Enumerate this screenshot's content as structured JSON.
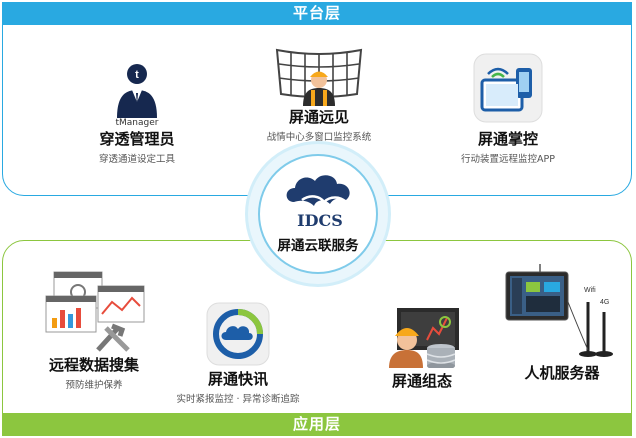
{
  "platform_layer": {
    "label": "平台层"
  },
  "application_layer": {
    "label": "应用层"
  },
  "center": {
    "logo_text": "IDCS",
    "title": "屏通云联服务"
  },
  "platform_nodes": {
    "tmanager": {
      "badge": "t",
      "caption": "tManager",
      "title": "穿透管理员",
      "subtitle": "穿透通道设定工具"
    },
    "remote_view": {
      "title": "屏通远见",
      "subtitle": "战情中心多窗口监控系统"
    },
    "control": {
      "title": "屏通掌控",
      "subtitle": "行动装置远程监控APP"
    }
  },
  "app_nodes": {
    "data_collect": {
      "title": "远程数据搜集",
      "subtitle": "预防维护保养"
    },
    "quick_news": {
      "title": "屏通快讯",
      "subtitle": "实时紧报监控 · 异常诊断追踪"
    },
    "config": {
      "title": "屏通组态"
    },
    "hmi": {
      "title": "人机服务器",
      "tag_wifi": "Wifi",
      "tag_4g": "4G"
    }
  },
  "colors": {
    "platform": "#29a9e1",
    "application": "#8cc63f"
  }
}
